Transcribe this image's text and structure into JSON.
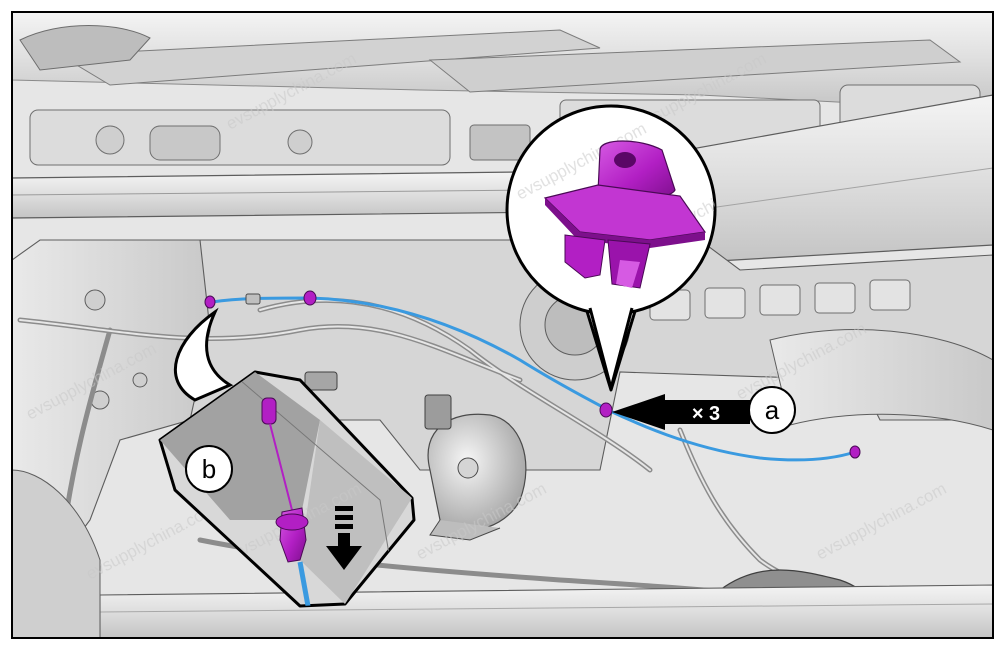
{
  "callouts": {
    "a": "a",
    "b": "b",
    "quantity": "× 3"
  },
  "watermark": "evsupplychina.com",
  "colors": {
    "clip": "#b21fc4",
    "clip_dark": "#7d0f8c",
    "clip_light": "#d65ae3",
    "harness": "#3a9ae0",
    "outline": "#000000",
    "panel": "#ededed",
    "panel_mid": "#d8d8d8",
    "panel_dark": "#bdbdbd"
  },
  "icons": [
    "clip-detail-callout",
    "removal-direction-arrow",
    "pointer-arrow"
  ]
}
